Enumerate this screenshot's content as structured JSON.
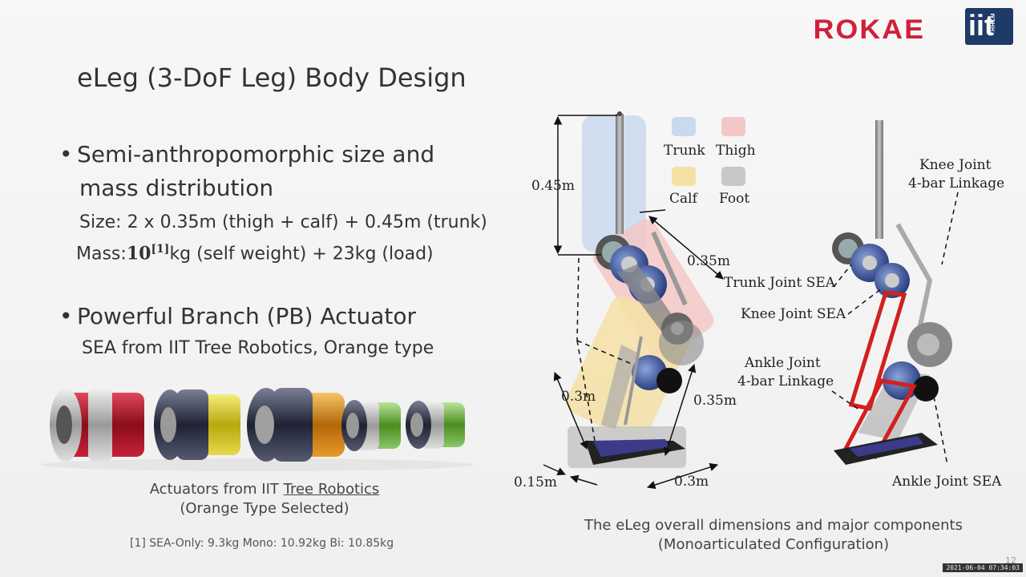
{
  "header": {
    "logo_rokae": "ROKAE",
    "logo_iit": "iit",
    "logo_iit_sub": "HHCM"
  },
  "slide": {
    "title": "eLeg (3-DoF Leg) Body Design",
    "bullet1_line1": "Semi-anthropomorphic size and",
    "bullet1_line2": "mass distribution",
    "size_line": "Size: 2 x 0.35m (thigh + calf) + 0.45m (trunk)",
    "mass_prefix": "Mass:",
    "mass_value": "10",
    "mass_ref": "[1]",
    "mass_suffix": "kg (self weight) + 23kg (load)",
    "bullet2_line1": "Powerful Branch (PB) Actuator",
    "bullet2_line2": "SEA from IIT Tree Robotics, Orange type",
    "actuator_caption_prefix": "Actuators from IIT ",
    "actuator_caption_link": "Tree Robotics",
    "actuator_caption_line2": "(Orange Type Selected)",
    "footnote": "[1] SEA-Only: 9.3kg Mono: 10.92kg Bi: 10.85kg",
    "figure_caption_line1": "The eLeg overall dimensions and major components",
    "figure_caption_line2": "(Monoarticulated Configuration)"
  },
  "figure": {
    "legend": {
      "trunk": "Trunk",
      "thigh": "Thigh",
      "calf": "Calf",
      "foot": "Foot",
      "trunk_color": "#c9d9ef",
      "thigh_color": "#f4c7c7",
      "calf_color": "#f5e1a4",
      "foot_color": "#c8c8c8"
    },
    "dims": {
      "trunk_height": "0.45m",
      "thigh_len": "0.35m",
      "calf_len_left": "0.3m",
      "calf_len_right": "0.35m",
      "foot_width": "0.15m",
      "foot_len": "0.3m"
    },
    "components": {
      "knee_linkage_1": "Knee Joint",
      "knee_linkage_2": "4-bar Linkage",
      "trunk_sea": "Trunk Joint SEA",
      "knee_sea": "Knee Joint SEA",
      "ankle_linkage_1": "Ankle Joint",
      "ankle_linkage_2": "4-bar Linkage",
      "ankle_sea": "Ankle Joint SEA"
    }
  },
  "status": {
    "timestamp": "2021-06-04 07:34:03",
    "page": "12"
  }
}
